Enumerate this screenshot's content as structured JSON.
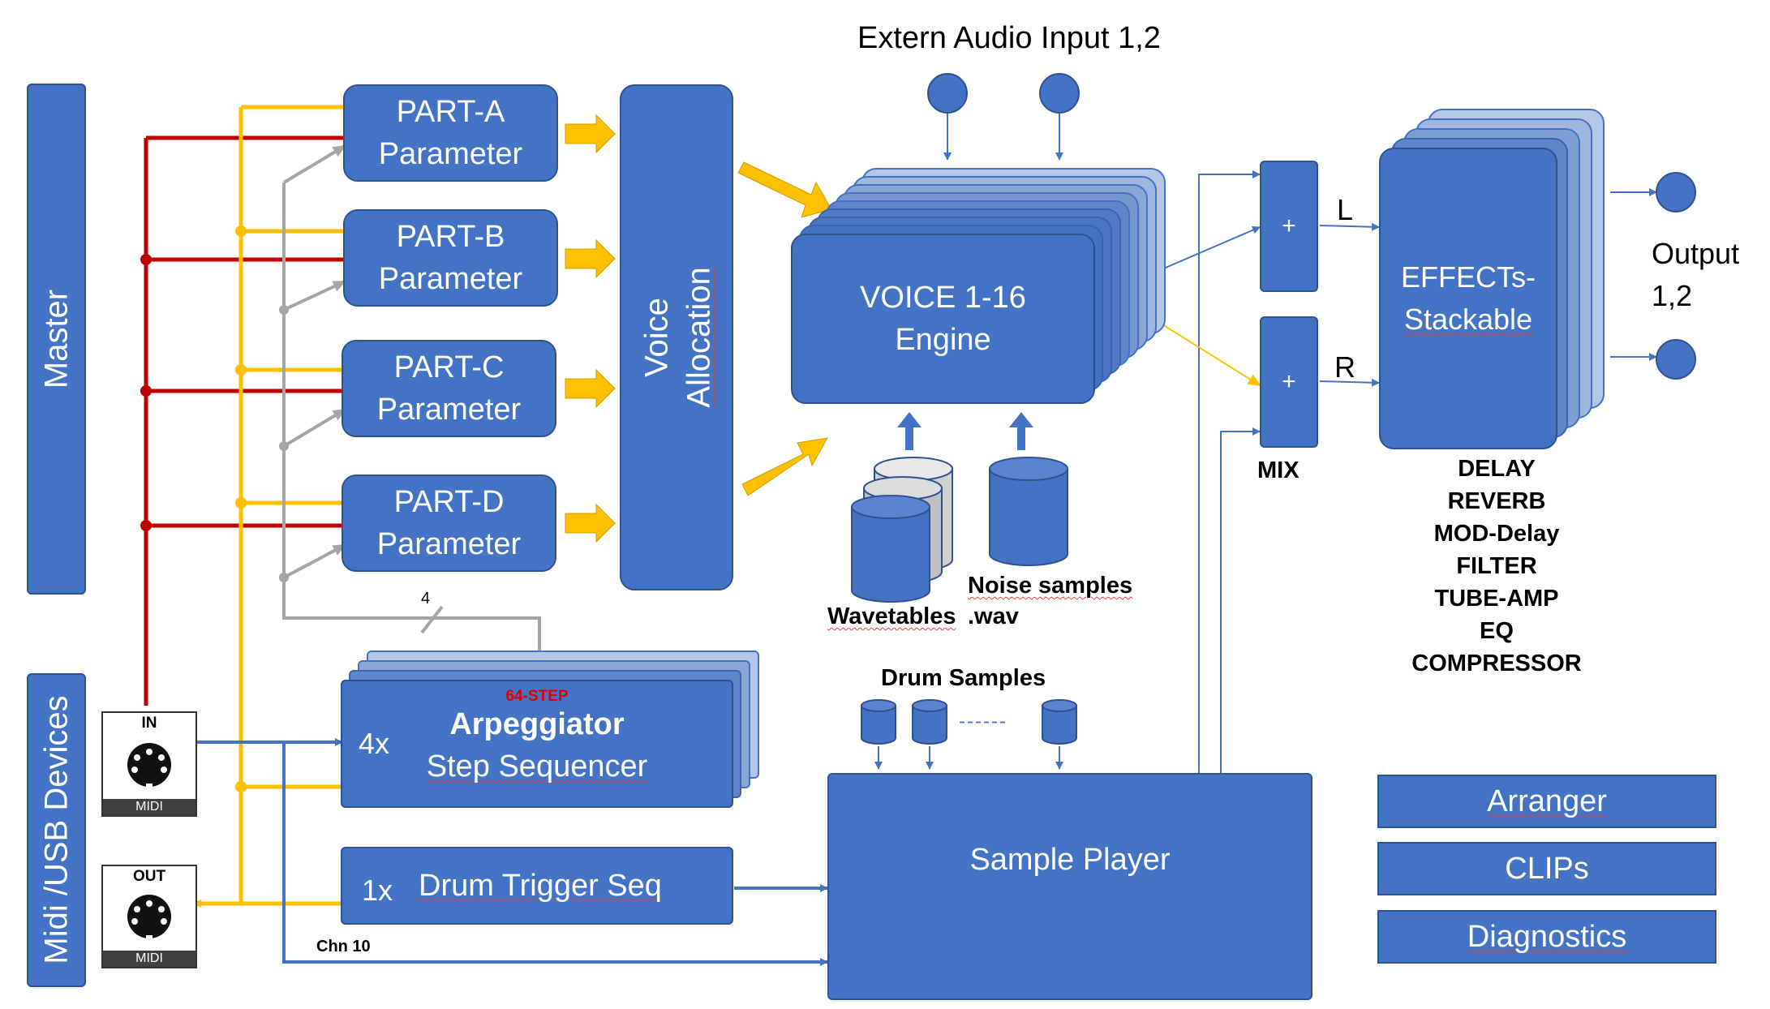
{
  "header": {
    "extern_audio": "Extern Audio Input 1,2"
  },
  "sidebar": {
    "master": "Master",
    "midi_usb": "Midi /USB Devices"
  },
  "parts": [
    {
      "line1": "PART-A",
      "line2": "Parameter"
    },
    {
      "line1": "PART-B",
      "line2": "Parameter"
    },
    {
      "line1": "PART-C",
      "line2": "Parameter"
    },
    {
      "line1": "PART-D",
      "line2": "Parameter"
    }
  ],
  "voice_allocation": {
    "line1": "Voice",
    "line2": "Allocation"
  },
  "voice_engine": {
    "line1": "VOICE 1-16",
    "line2": "Engine"
  },
  "sources": {
    "wavetables": "Wavetables",
    "noise_line1": "Noise samples",
    "noise_line2": ".wav"
  },
  "mix": {
    "plus_top": "+",
    "plus_bottom": "+",
    "label": "MIX",
    "left": "L",
    "right": "R"
  },
  "effects": {
    "line1": "EFFECTs-",
    "line2": "Stackable",
    "list": [
      "DELAY",
      "REVERB",
      "MOD-Delay",
      "FILTER",
      "TUBE-AMP",
      "EQ",
      "COMPRESSOR"
    ]
  },
  "output": {
    "line1": "Output",
    "line2": "1,2"
  },
  "midi": {
    "in_label": "IN",
    "out_label": "OUT",
    "footer": "MIDI"
  },
  "sequencer": {
    "multiplier": "4x",
    "steps_tag": "64-STEP",
    "title": "Arpeggiator",
    "subtitle": "Step Sequencer",
    "bus_width": "4"
  },
  "drum_trigger": {
    "multiplier": "1x",
    "label": "Drum Trigger Seq"
  },
  "channel_label": "Chn 10",
  "drum_samples": {
    "label": "Drum Samples",
    "dashes": "------"
  },
  "sample_player": {
    "label": "Sample Player"
  },
  "utilities": {
    "arranger": "Arranger",
    "clips": "CLIPs",
    "diagnostics": "Diagnostics"
  },
  "colors": {
    "block": "#4472c4",
    "border": "#2f528f",
    "red_bus": "#c00000",
    "yellow_bus": "#ffc000",
    "gray_bus": "#a6a6a6",
    "blue_line": "#4472c4"
  }
}
